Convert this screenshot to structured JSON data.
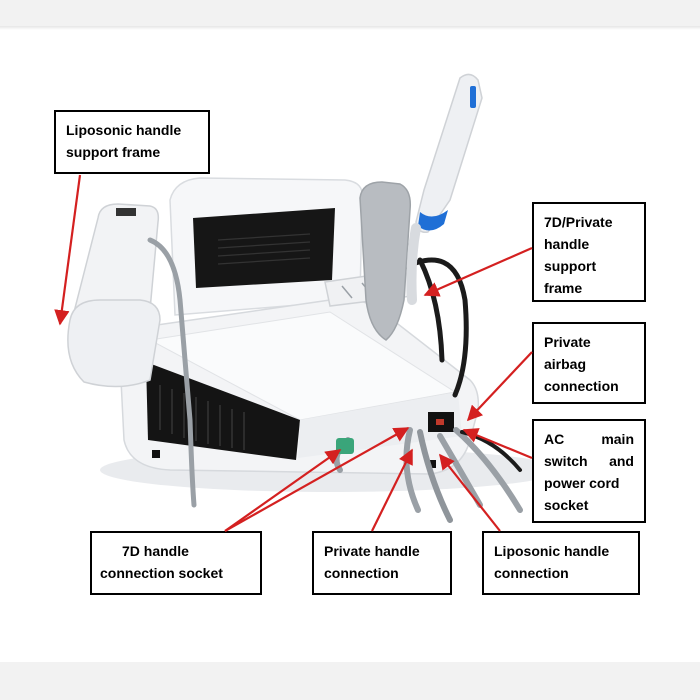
{
  "callouts": {
    "liposonic_frame": {
      "lines": [
        "Liposonic handle",
        "support frame"
      ]
    },
    "private_7d_frame": {
      "lines": [
        "7D/Private",
        "handle",
        "support",
        "frame"
      ]
    },
    "private_airbag": {
      "lines": [
        "Private",
        "airbag",
        "connection"
      ]
    },
    "ac_switch": {
      "lines": [
        "AC main",
        "switch and",
        "power cord",
        "socket"
      ]
    },
    "socket_7d": {
      "lines": [
        "7D handle",
        "connection socket"
      ]
    },
    "private_connection": {
      "lines": [
        "Private handle",
        "connection"
      ]
    },
    "liposonic_connection": {
      "lines": [
        "Liposonic handle",
        "connection"
      ]
    }
  },
  "colors": {
    "arrow": "#d42020",
    "callout_border": "#000000",
    "device_body": "#f4f5f7",
    "device_panel": "#141414",
    "handle_ring": "#1f6fd6"
  }
}
